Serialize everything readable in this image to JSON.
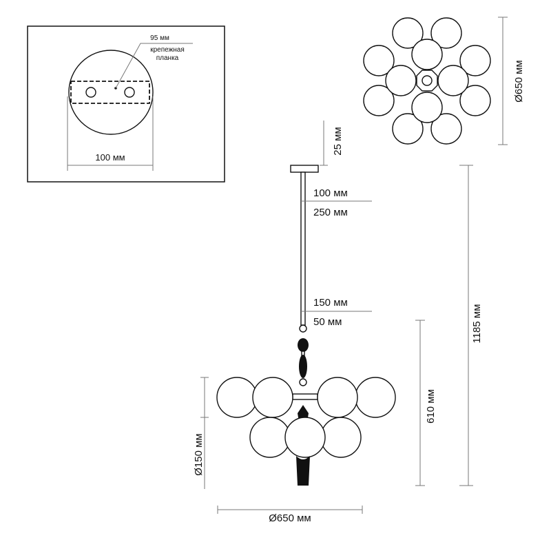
{
  "mount_detail": {
    "plate_length": "95 мм",
    "plate_label_line1": "крепежная",
    "plate_label_line2": "планка",
    "canopy_diameter": "100 мм"
  },
  "top_view": {
    "diameter": "Ø650 мм"
  },
  "side_view": {
    "canopy_height": "25 мм",
    "rod_1_top": "100 мм",
    "rod_1_bottom": "250 мм",
    "rod_2_top": "150 мм",
    "rod_2_bottom": "50 мм",
    "globe_diameter": "Ø150 мм",
    "width": "Ø650 мм",
    "body_height": "610 мм",
    "total_height": "1185 мм"
  }
}
